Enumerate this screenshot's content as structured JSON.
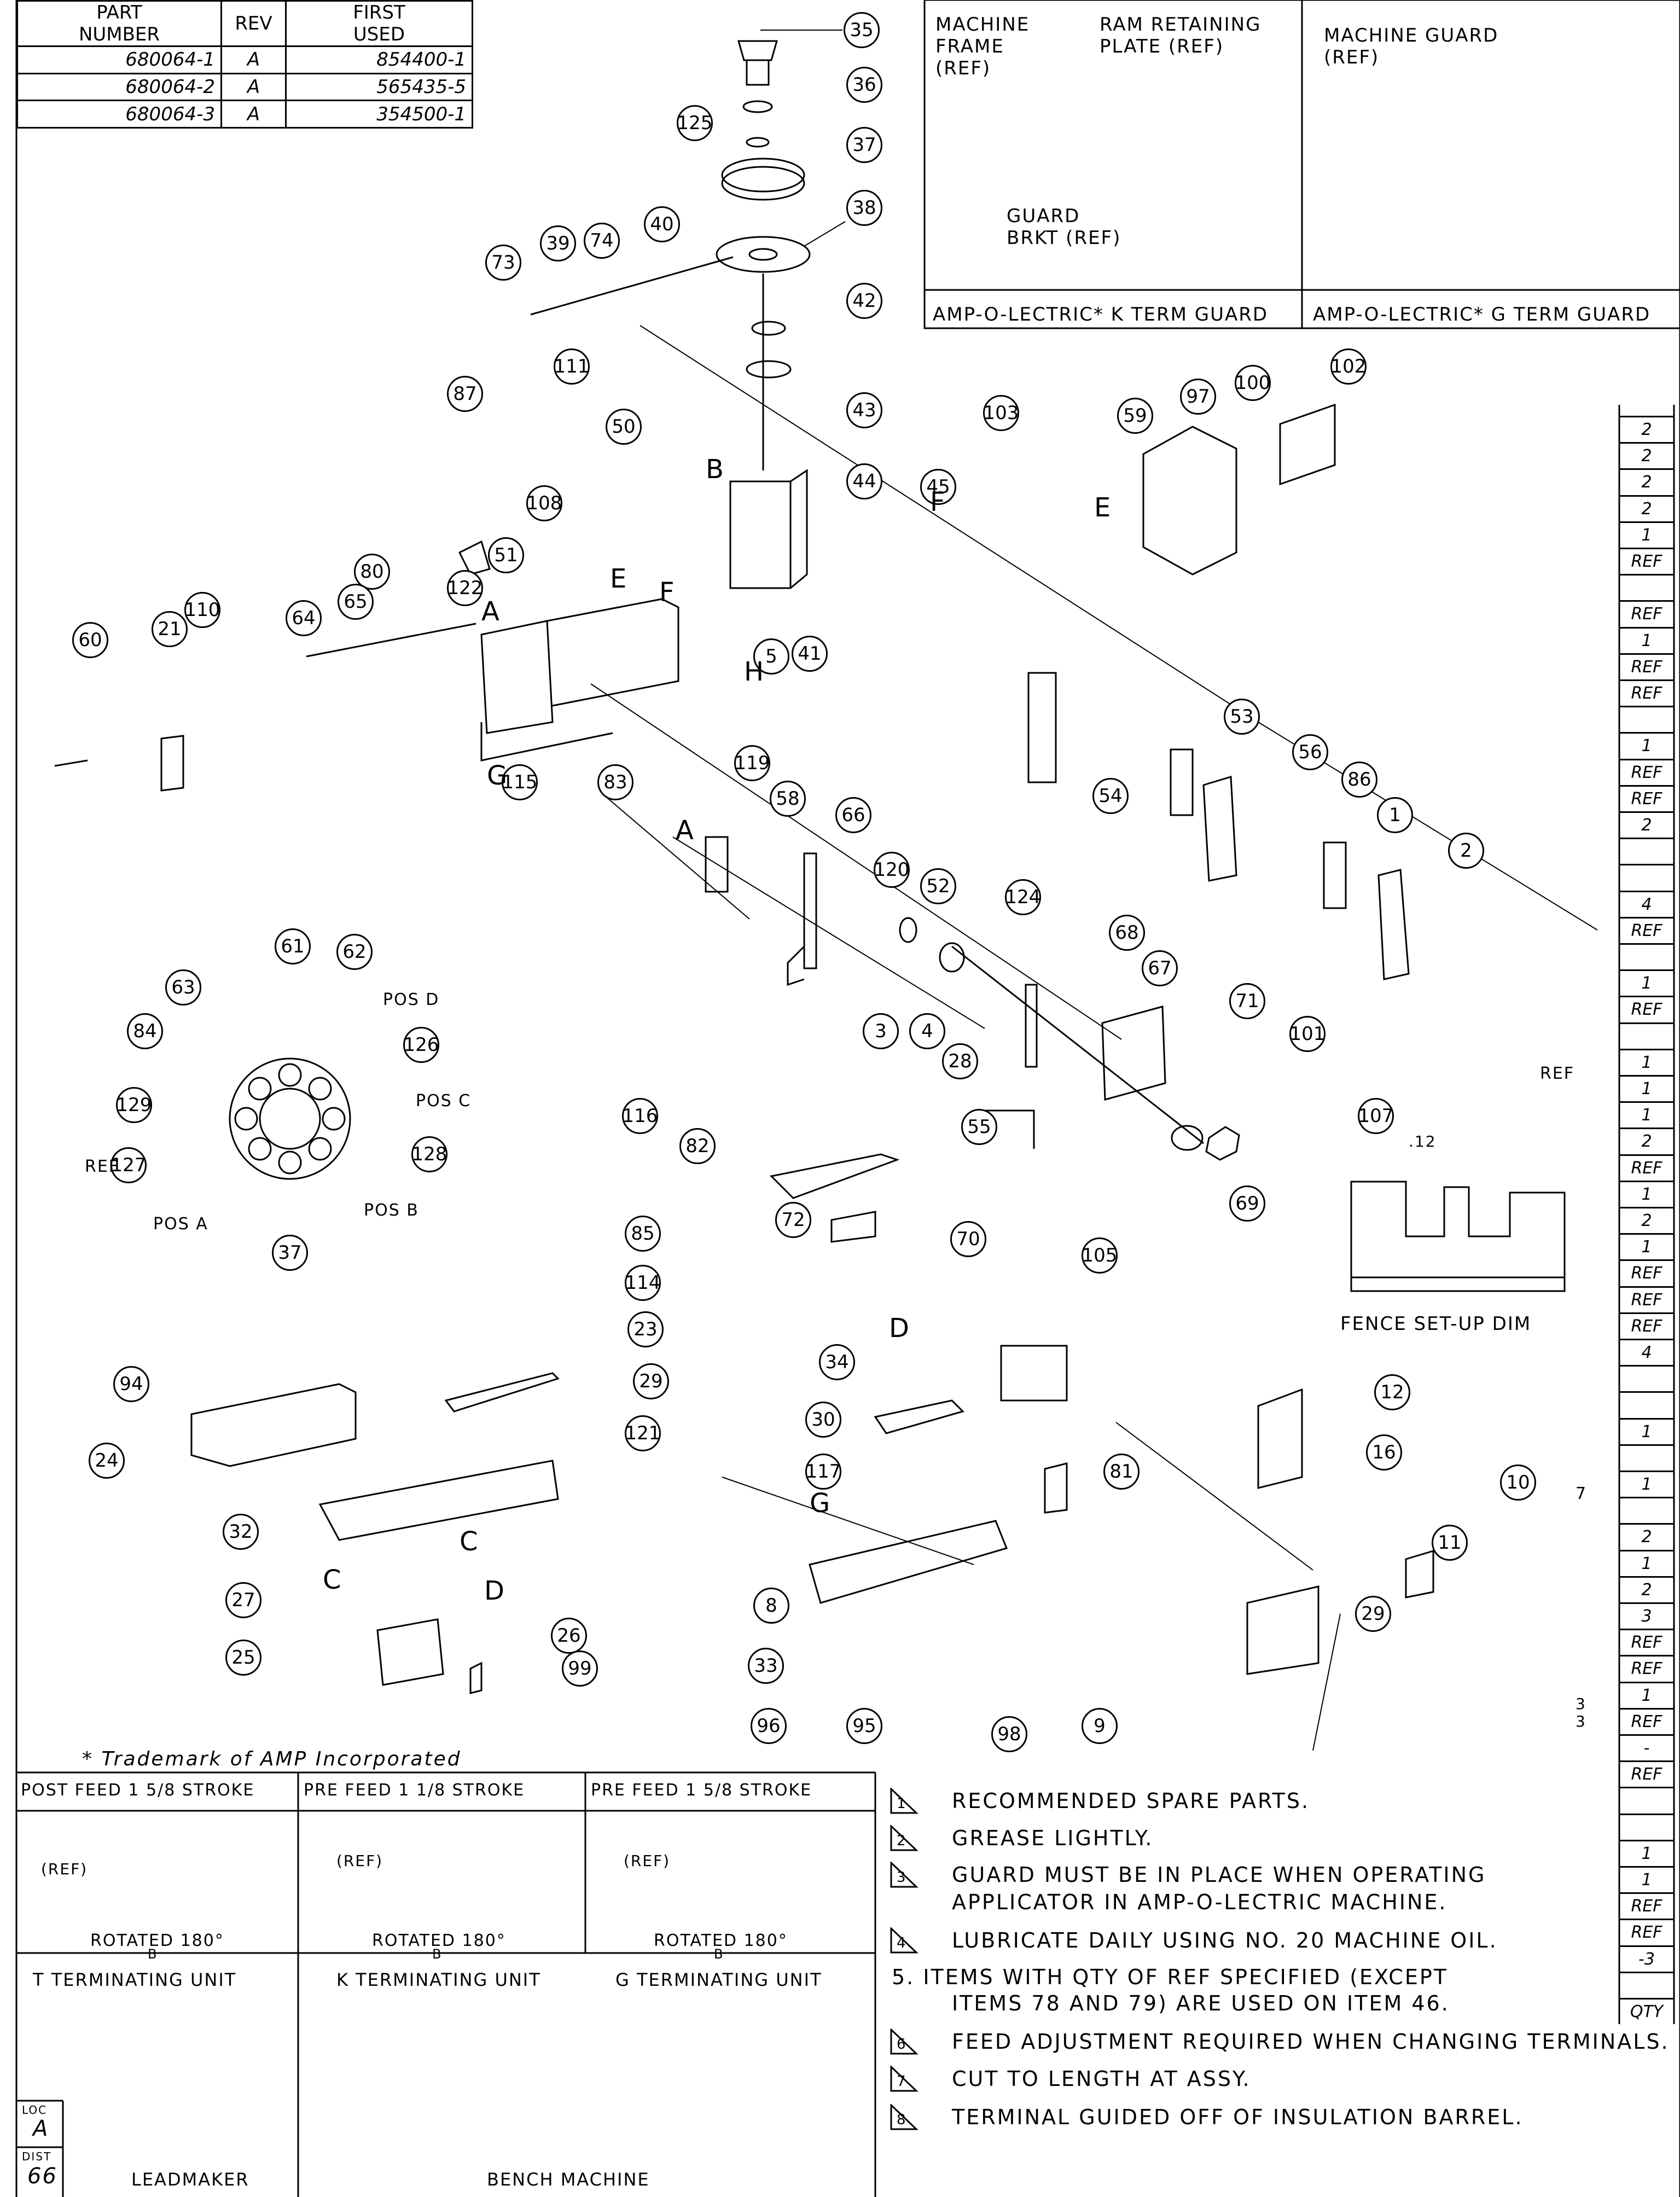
{
  "revision_table": {
    "headers": {
      "part": "PART",
      "number": "NUMBER",
      "rev": "REV",
      "first": "FIRST",
      "used": "USED"
    },
    "rows": [
      {
        "part": "680064-1",
        "rev": "A",
        "first_used": "854400-1"
      },
      {
        "part": "680064-2",
        "rev": "A",
        "first_used": "565435-5"
      },
      {
        "part": "680064-3",
        "rev": "A",
        "first_used": "354500-1"
      }
    ]
  },
  "guard_panels": {
    "k_title": "AMP-O-LECTRIC* K TERM GUARD",
    "g_title": "AMP-O-LECTRIC* G TERM GUARD",
    "machine_frame": "MACHINE FRAME (REF)",
    "ram_plate": "RAM RETAINING PLATE (REF)",
    "guard_brkt": "GUARD BRKT (REF)",
    "machine_guard": "MACHINE GUARD (REF)"
  },
  "callouts": [
    "35",
    "36",
    "125",
    "37",
    "38",
    "73",
    "39",
    "74",
    "40",
    "42",
    "43",
    "44",
    "45",
    "103",
    "59",
    "97",
    "100",
    "102",
    "87",
    "111",
    "50",
    "108",
    "51",
    "80",
    "122",
    "65",
    "64",
    "110",
    "21",
    "60",
    "115",
    "83",
    "119",
    "58",
    "66",
    "120",
    "52",
    "124",
    "68",
    "67",
    "71",
    "101",
    "107",
    "69",
    "116",
    "82",
    "72",
    "70",
    "55",
    "54",
    "53",
    "56",
    "86",
    "1",
    "2",
    "3",
    "4",
    "28",
    "5",
    "41",
    "61",
    "62",
    "63",
    "84",
    "126",
    "129",
    "127",
    "128",
    "37",
    "85",
    "114",
    "23",
    "94",
    "24",
    "29",
    "121",
    "32",
    "27",
    "25",
    "26",
    "99",
    "105",
    "34",
    "30",
    "117",
    "81",
    "8",
    "33",
    "96",
    "95",
    "98",
    "9",
    "12",
    "16",
    "11",
    "10",
    "29"
  ],
  "view_labels": {
    "pos_a": "POS A",
    "pos_b": "POS B",
    "pos_c": "POS C",
    "pos_d": "POS D",
    "ref37": "REF",
    "fence": "FENCE SET-UP DIM",
    "fence_dim": ".12",
    "fence_ref": "REF"
  },
  "trademark": "* Trademark of AMP Incorporated",
  "feed_table": {
    "headers": [
      "POST FEED  1 5/8 STROKE",
      "PRE FEED  1 1/8 STROKE",
      "PRE FEED  1 5/8 STROKE"
    ],
    "rotated": "ROTATED 180°",
    "b": "B",
    "ref": "(REF)",
    "units": [
      "T TERMINATING UNIT",
      "K TERMINATING UNIT",
      "G TERMINATING UNIT"
    ],
    "bottom": [
      "LEADMAKER",
      "BENCH MACHINE"
    ]
  },
  "loc": {
    "loc_label": "LOC",
    "loc_value": "A",
    "dist_label": "DIST",
    "dist_value": "66"
  },
  "notes": [
    {
      "flag": "1",
      "text": "RECOMMENDED SPARE PARTS."
    },
    {
      "flag": "2",
      "text": "GREASE LIGHTLY."
    },
    {
      "flag": "3",
      "text": "GUARD MUST BE IN PLACE WHEN OPERATING"
    },
    {
      "flag": "",
      "text": "APPLICATOR IN AMP-O-LECTRIC MACHINE."
    },
    {
      "flag": "4",
      "text": "LUBRICATE DAILY USING NO. 20  MACHINE OIL."
    },
    {
      "flag": "",
      "text": "5. ITEMS WITH QTY OF REF SPECIFIED (EXCEPT"
    },
    {
      "flag": "",
      "text": "ITEMS 78 AND 79) ARE USED ON ITEM 46."
    },
    {
      "flag": "6",
      "text": "FEED ADJUSTMENT REQUIRED WHEN CHANGING TERMINALS."
    },
    {
      "flag": "7",
      "text": "CUT TO LENGTH AT ASSY."
    },
    {
      "flag": "8",
      "text": "TERMINAL GUIDED OFF OF INSULATION BARREL."
    }
  ],
  "qty_column": [
    "2",
    "2",
    "2",
    "2",
    "1",
    "REF",
    "",
    "REF",
    "1",
    "REF",
    "REF",
    "",
    "1",
    "REF",
    "REF",
    "2",
    "",
    "",
    "4",
    "REF",
    "",
    "1",
    "REF",
    "",
    "1",
    "1",
    "1",
    "2",
    "REF",
    "1",
    "2",
    "1",
    "REF",
    "REF",
    "REF",
    "4",
    "",
    "",
    "1",
    "",
    "1",
    "",
    "2",
    "1",
    "2",
    "3",
    "REF",
    "REF",
    "1",
    "REF",
    "-",
    "REF",
    "",
    "",
    "1",
    "1",
    "REF",
    "REF",
    "-3",
    "",
    "QTY"
  ],
  "qty_flags": {
    "flag7": "7",
    "flag3a": "3",
    "flag3b": "3"
  },
  "arrow_letters": [
    "A",
    "B",
    "C",
    "D",
    "E",
    "F",
    "G",
    "H"
  ]
}
